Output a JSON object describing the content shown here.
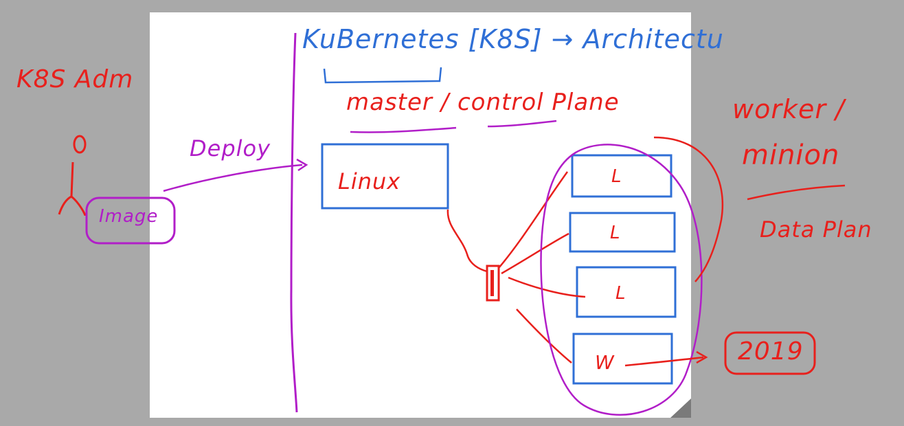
{
  "colors": {
    "background": "#a9a9a9",
    "page": "#ffffff",
    "ink_blue": "#2f6fd6",
    "ink_red": "#e8201c",
    "ink_purple": "#b11ec8"
  },
  "notes": {
    "title": "KuBernetes [K8S] → Architectu",
    "k8s_admin": "K8S Adm",
    "deploy": "Deploy",
    "image": "Image",
    "master": "master / control Plane",
    "linux": "Linux",
    "worker_line1": "worker /",
    "worker_line2": "minion",
    "data_plane": "Data Plan",
    "year": "2019"
  },
  "nodes": [
    {
      "label": "L"
    },
    {
      "label": "L"
    },
    {
      "label": "L"
    },
    {
      "label": "W"
    }
  ]
}
